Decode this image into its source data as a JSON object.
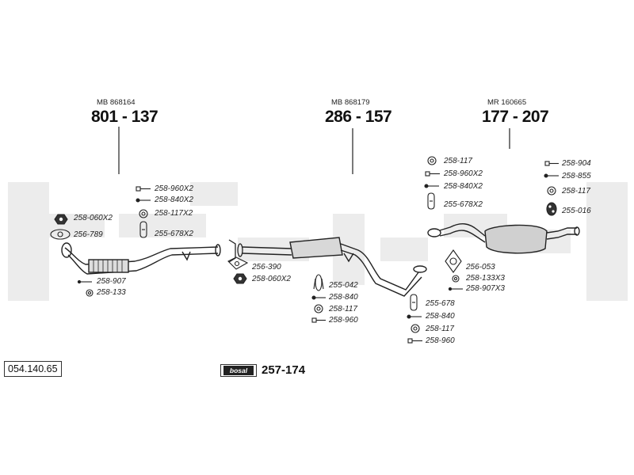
{
  "reference_number": "054.140.65",
  "brand_badge": "bosal",
  "center_part_number": "257-174",
  "colors": {
    "line": "#222222",
    "watermark": "#e9e9e9",
    "muffler": "#cfcfcf"
  },
  "sections": [
    {
      "oem_ref": "MB 868164",
      "part_number": "801 - 137"
    },
    {
      "oem_ref": "MB 868179",
      "part_number": "286 - 157"
    },
    {
      "oem_ref": "MR 160665",
      "part_number": "177 - 207"
    }
  ],
  "accessories": [
    {
      "code": "258-060X2",
      "icon": "hex-nut-icon"
    },
    {
      "code": "256-789",
      "icon": "gasket-icon"
    },
    {
      "code": "258-907",
      "icon": "stud-icon"
    },
    {
      "code": "258-133",
      "icon": "spring-washer-icon"
    },
    {
      "code": "258-960X2",
      "icon": "bolt-icon"
    },
    {
      "code": "258-840X2",
      "icon": "screw-icon"
    },
    {
      "code": "258-117X2",
      "icon": "washer-icon"
    },
    {
      "code": "255-678X2",
      "icon": "clamp-icon"
    },
    {
      "code": "256-390",
      "icon": "gasket-icon"
    },
    {
      "code": "258-060X2",
      "icon": "hex-nut-icon"
    },
    {
      "code": "255-042",
      "icon": "hanger-icon"
    },
    {
      "code": "258-840",
      "icon": "screw-icon"
    },
    {
      "code": "258-117",
      "icon": "washer-icon"
    },
    {
      "code": "258-960",
      "icon": "bolt-icon"
    },
    {
      "code": "258-117",
      "icon": "washer-icon"
    },
    {
      "code": "258-960X2",
      "icon": "bolt-icon"
    },
    {
      "code": "258-840X2",
      "icon": "screw-icon"
    },
    {
      "code": "255-678X2",
      "icon": "clamp-icon"
    },
    {
      "code": "256-053",
      "icon": "flange-gasket-icon"
    },
    {
      "code": "258-133X3",
      "icon": "spring-washer-icon"
    },
    {
      "code": "258-907X3",
      "icon": "stud-icon"
    },
    {
      "code": "255-678",
      "icon": "clamp-icon"
    },
    {
      "code": "258-840",
      "icon": "screw-icon"
    },
    {
      "code": "258-117",
      "icon": "washer-icon"
    },
    {
      "code": "258-960",
      "icon": "bolt-icon"
    },
    {
      "code": "258-904",
      "icon": "bolt-icon"
    },
    {
      "code": "258-855",
      "icon": "screw-icon"
    },
    {
      "code": "258-117",
      "icon": "washer-icon"
    },
    {
      "code": "255-016",
      "icon": "rubber-hanger-icon"
    }
  ]
}
